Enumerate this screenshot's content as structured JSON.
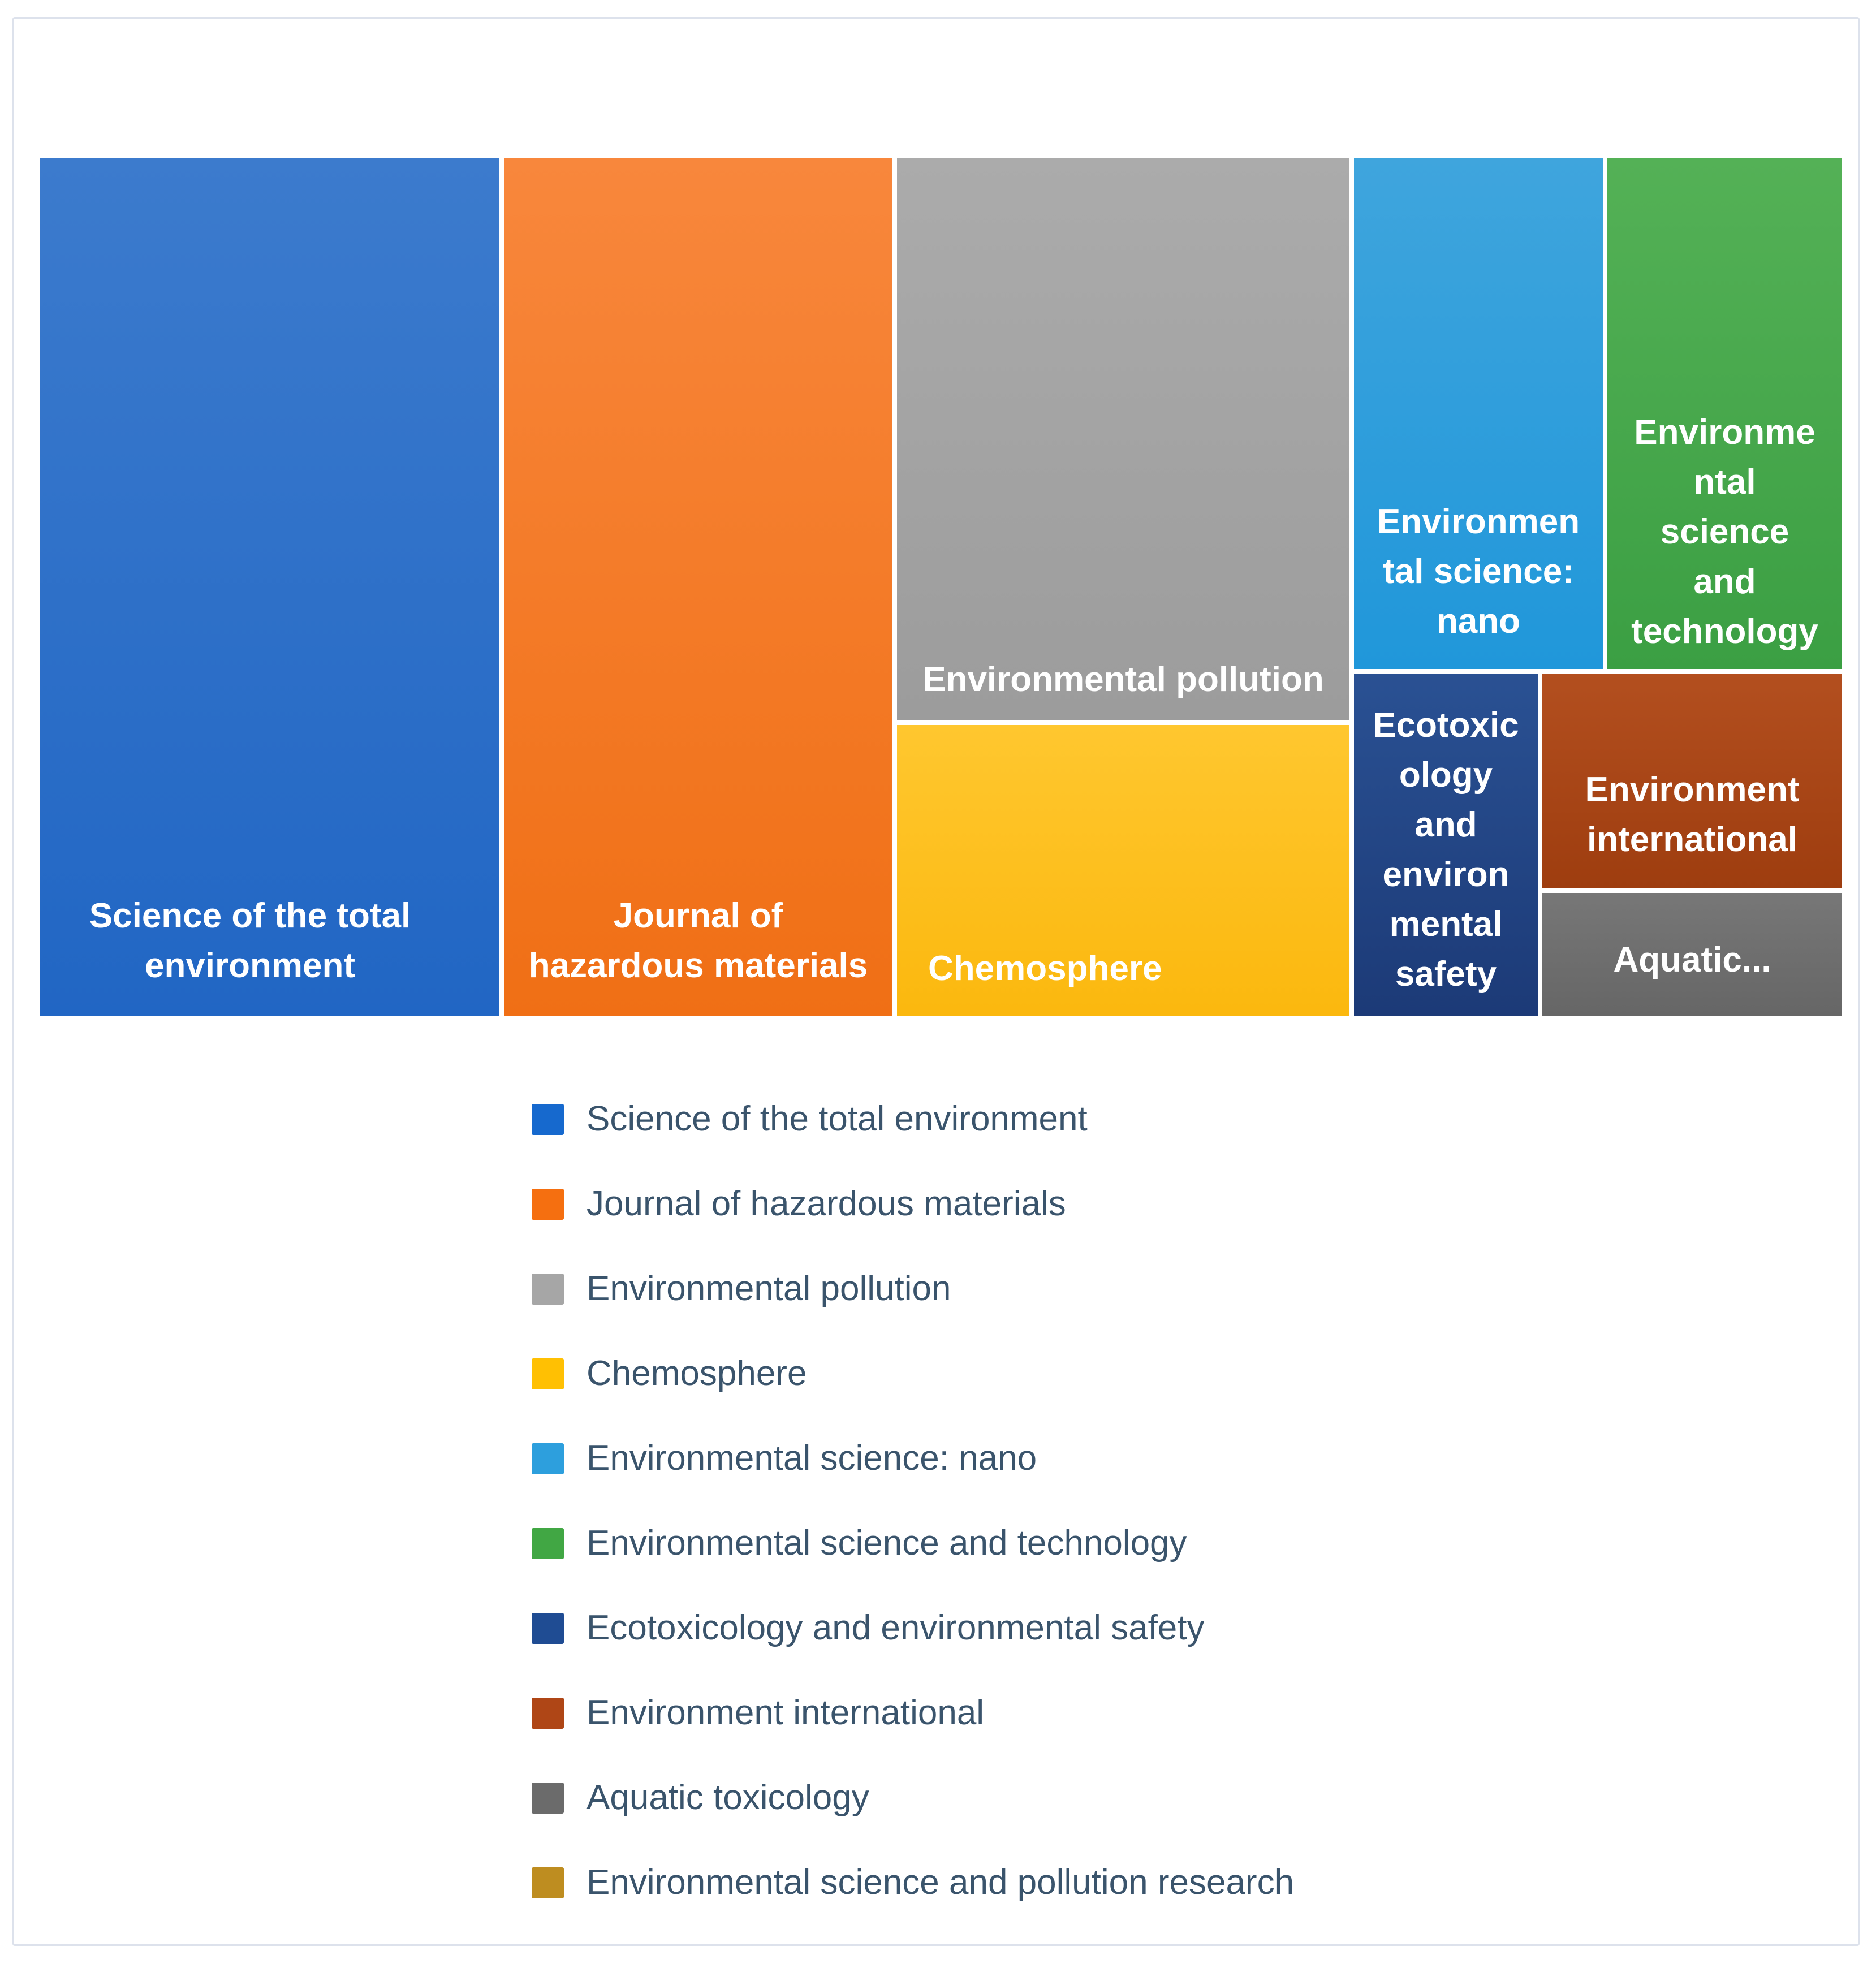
{
  "figure": {
    "background": "#ffffff",
    "border_color": "#dde2ec",
    "title": ""
  },
  "chart_data": {
    "type": "treemap",
    "title": "",
    "legend_position": "bottom",
    "tiles": [
      {
        "name": "Science of the total environment",
        "wrapped_label": "Science of the total\nenvironment",
        "color_top": "#3c7bcd",
        "color_bottom": "#2166c4"
      },
      {
        "name": "Journal of hazardous materials",
        "wrapped_label": "Journal of\nhazardous materials",
        "color_top": "#f8873c",
        "color_bottom": "#f06f15"
      },
      {
        "name": "Environmental pollution",
        "wrapped_label": "Environmental pollution",
        "color_top": "#ababab",
        "color_bottom": "#9c9c9c"
      },
      {
        "name": "Chemosphere",
        "wrapped_label": "Chemosphere",
        "color_top": "#ffc72f",
        "color_bottom": "#fbb80e"
      },
      {
        "name": "Environmental science: nano",
        "wrapped_label": "Environmen\ntal science:\nnano",
        "color_top": "#3fa5dd",
        "color_bottom": "#2097da"
      },
      {
        "name": "Environmental science and technology",
        "wrapped_label": "Environme\nntal\nscience\nand\ntechnology",
        "color_top": "#54b156",
        "color_bottom": "#3b9f43"
      },
      {
        "name": "Ecotoxicology and environmental safety",
        "wrapped_label": "Ecotoxic\nology\nand\nenviron\nmental\nsafety",
        "color_top": "#2a5193",
        "color_bottom": "#1c3a77"
      },
      {
        "name": "Environment international",
        "wrapped_label": "Environment\ninternational",
        "color_top": "#b34f1f",
        "color_bottom": "#9e3d0f"
      },
      {
        "name": "Aquatic toxicology",
        "wrapped_label": "Aquatic...",
        "color_top": "#777777",
        "color_bottom": "#666666"
      }
    ],
    "legend": [
      {
        "label": "Science of the total environment",
        "color": "#1669ce"
      },
      {
        "label": "Journal of hazardous materials",
        "color": "#f56f10"
      },
      {
        "label": "Environmental pollution",
        "color": "#a6a6a6"
      },
      {
        "label": "Chemosphere",
        "color": "#ffc003"
      },
      {
        "label": "Environmental science: nano",
        "color": "#2d9fdd"
      },
      {
        "label": "Environmental science and technology",
        "color": "#41a744"
      },
      {
        "label": "Ecotoxicology and environmental safety",
        "color": "#1f4c93"
      },
      {
        "label": "Environment international",
        "color": "#af4616"
      },
      {
        "label": "Aquatic toxicology",
        "color": "#6b6b6b"
      },
      {
        "label": "Environmental science and pollution research",
        "color": "#be8d20"
      }
    ]
  }
}
